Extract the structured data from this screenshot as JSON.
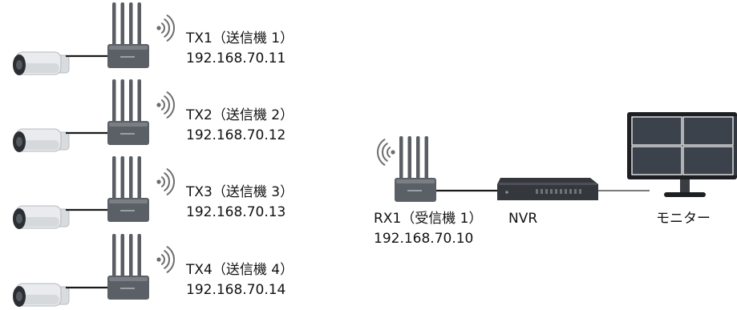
{
  "colors": {
    "cable": "#1a1a1a",
    "camera_body": "#e9ebee",
    "camera_dark": "#2b2e33",
    "tx_body": "#5b5f66",
    "antenna": "#5a5d63",
    "wave": "#6d6d6d",
    "nvr_body": "#34373c",
    "monitor_frame": "#1d1f22",
    "monitor_screen": "#333840"
  },
  "transmitters": [
    {
      "label": "TX1（送信機 1）",
      "ip": "192.168.70.11"
    },
    {
      "label": "TX2（送信機 2）",
      "ip": "192.168.70.12"
    },
    {
      "label": "TX3（送信機 3）",
      "ip": "192.168.70.13"
    },
    {
      "label": "TX4（送信機 4）",
      "ip": "192.168.70.14"
    }
  ],
  "receiver": {
    "label": "RX1（受信機 1）",
    "ip": "192.168.70.10"
  },
  "nvr": {
    "label": "NVR"
  },
  "monitor": {
    "label": "モニター"
  }
}
